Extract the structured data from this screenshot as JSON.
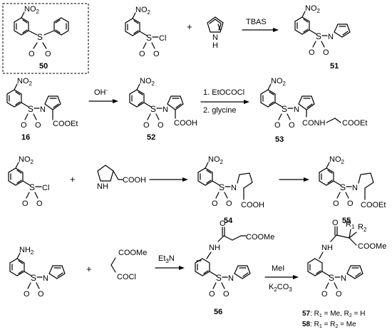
{
  "groups": {
    "no2": "NO",
    "two": "2",
    "s": "S",
    "o": "O",
    "n": "N",
    "h": "H",
    "cl": "Cl",
    "nh": "NH",
    "nh2": "NH",
    "cooet": "COOEt",
    "cooh": "COOH",
    "coome": "COOMe",
    "coocl": "COCl",
    "conh": "CONH",
    "plus": "+",
    "r": "R",
    "one": "1"
  },
  "labels": {
    "c50": "50",
    "c51": "51",
    "c16": "16",
    "c52": "52",
    "c53": "53",
    "c54": "54",
    "c55": "55",
    "c56": "56",
    "c57": "57",
    "c57_rest": ": R",
    "c57_mid": " = Me, R",
    "c57_end": " = H",
    "c58": "58",
    "c58_rest": ": R",
    "c58_mid": " = R",
    "c58_end": " = Me"
  },
  "reagents": {
    "r1": "TBAS",
    "r2_main": "OH",
    "r2_sup": "-",
    "r3a": "1. EtOCOCl",
    "r3b": "2. glycine",
    "r5_main": "Et",
    "r5_sub": "3",
    "r5_n": "N",
    "r6a": "MeI",
    "r6b_k": "K",
    "r6b_2": "2",
    "r6b_co": "CO",
    "r6b_3": "3"
  }
}
